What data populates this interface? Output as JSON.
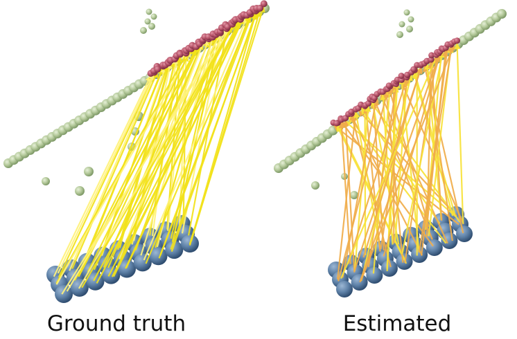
{
  "panels": [
    {
      "id": "ground-truth",
      "caption": "Ground truth",
      "arrow_color": "#f2e21a",
      "arrow_highlight": "#fff27a",
      "arrow_count": 60,
      "seed": 7
    },
    {
      "id": "estimated",
      "caption": "Estimated",
      "arrow_color": "#f0ad4a",
      "arrow_highlight": "#f7e238",
      "arrow_count": 60,
      "seed": 19
    }
  ],
  "colors": {
    "background": "#ffffff",
    "line_sphere": "#b4c99a",
    "line_sphere_dark": "#7f9a68",
    "target_sphere": "#b8556a",
    "target_sphere_dark": "#7c2d42",
    "source_sphere": "#5f82a8",
    "source_sphere_dark": "#2f4d70"
  }
}
